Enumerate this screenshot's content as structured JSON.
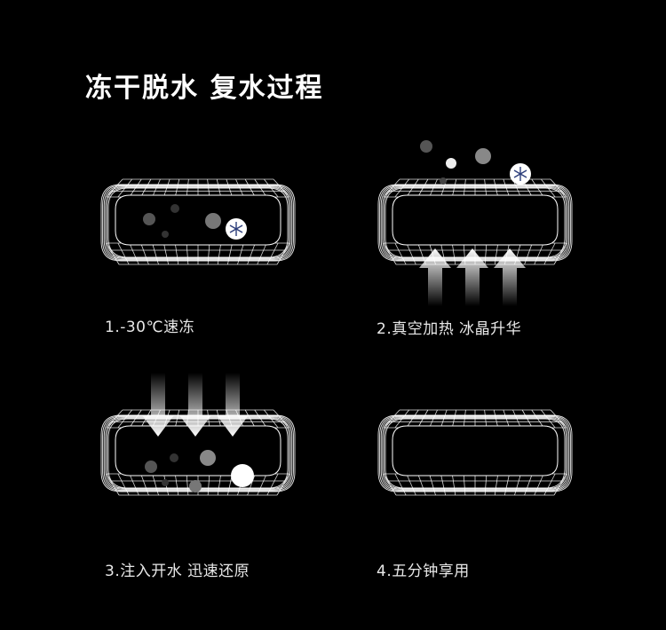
{
  "title": "冻干脱水 复水过程",
  "steps": [
    {
      "label": "1.-30℃速冻"
    },
    {
      "label": "2.真空加热 冰晶升华"
    },
    {
      "label": "3.注入开水 迅速还原"
    },
    {
      "label": "4.五分钟享用"
    }
  ],
  "icons": {
    "tray": "mesh-tray-icon",
    "ice": "snowflake-icon",
    "arrow_up": "arrow-up-icon",
    "arrow_down": "arrow-down-icon",
    "water": "water-bubble-icon"
  },
  "colors": {
    "background": "#000000",
    "text": "#ffffff",
    "grid": "#ffffff"
  }
}
